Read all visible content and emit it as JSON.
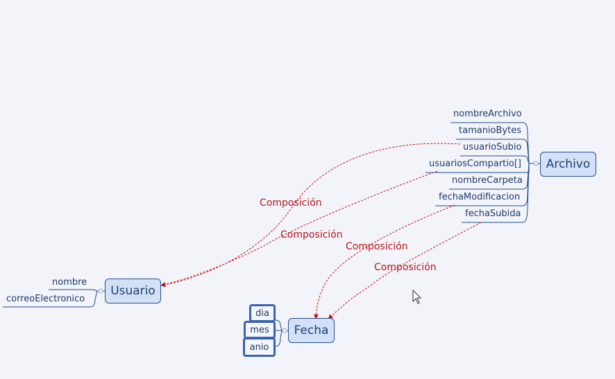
{
  "topics": {
    "archivo": "Archivo",
    "usuario": "Usuario",
    "fecha": "Fecha"
  },
  "archivo_attributes": [
    "nombreArchivo",
    "tamanioBytes",
    "usuarioSubio",
    "usuariosCompartio[]",
    "nombreCarpeta",
    "fechaModificacion",
    "fechaSubida"
  ],
  "usuario_attributes": [
    "nombre",
    "correoElectronico"
  ],
  "fecha_attributes": [
    "dia",
    "mes",
    "anio"
  ],
  "relationships": [
    {
      "label": "Composición",
      "from": "usuarioSubio",
      "to": "Usuario"
    },
    {
      "label": "Composición",
      "from": "usuariosCompartio[]",
      "to": "Usuario"
    },
    {
      "label": "Composición",
      "from": "fechaModificacion",
      "to": "Fecha"
    },
    {
      "label": "Composición",
      "from": "fechaSubida",
      "to": "Fecha"
    }
  ],
  "colors": {
    "background": "#f2f4fa",
    "topic_fill": "#d2e1f6",
    "topic_border": "#27508e",
    "branch_line": "#1f4c86",
    "relationship": "#c0141b"
  },
  "icons": [
    "mouse-pointer-icon"
  ]
}
